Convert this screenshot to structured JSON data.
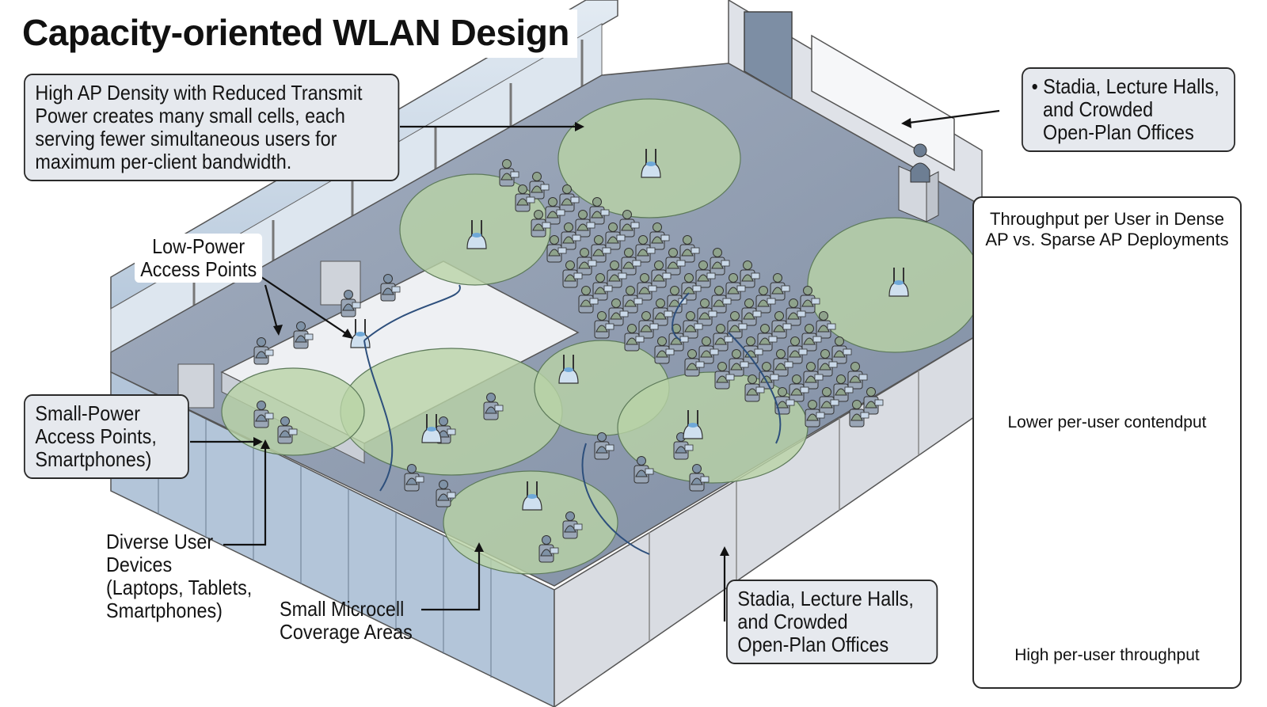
{
  "title": "Capacity-oriented WLAN Design",
  "callouts": {
    "high_density": {
      "lines": [
        "High AP Density with Reduced Transmit",
        "Power creates many small cells, each",
        "serving fewer simultaneous users for",
        "maximum per-client bandwidth."
      ]
    },
    "venues_top": {
      "bullet": "•",
      "lines": [
        "Stadia, Lecture Halls,",
        "and Crowded",
        "Open-Plan Offices"
      ]
    },
    "small_power": {
      "lines": [
        "Small-Power",
        "Access Points,",
        "Smartphones)"
      ]
    },
    "venues_bottom": {
      "lines": [
        "Stadia, Lecture Halls,",
        "and Crowded",
        "Open-Plan Offices"
      ]
    }
  },
  "labels": {
    "low_power": [
      "Low-Power",
      "Access Points"
    ],
    "diverse_devices": [
      "Diverse User",
      "Devices",
      "(Laptops, Tablets,",
      "Smartphones)"
    ],
    "microcell": [
      "Small Microcell",
      "Coverage Areas"
    ]
  },
  "inset": {
    "title_lines": [
      "Throughput per User in Dense",
      "AP vs. Sparse AP Deployments"
    ],
    "sparse_caption": "Lower per-user contendput",
    "dense_caption": "High per-user throughput"
  },
  "colors": {
    "cell_fill": "#b9d3a6",
    "cell_stroke": "#5d7a5a",
    "floor": "#8e9bb0",
    "wall": "#d8dce3",
    "glass": "#c6d6e6",
    "person": "#6d7e93",
    "ap": "#cfe0ef",
    "callout_bg": "#e6e9ee"
  }
}
